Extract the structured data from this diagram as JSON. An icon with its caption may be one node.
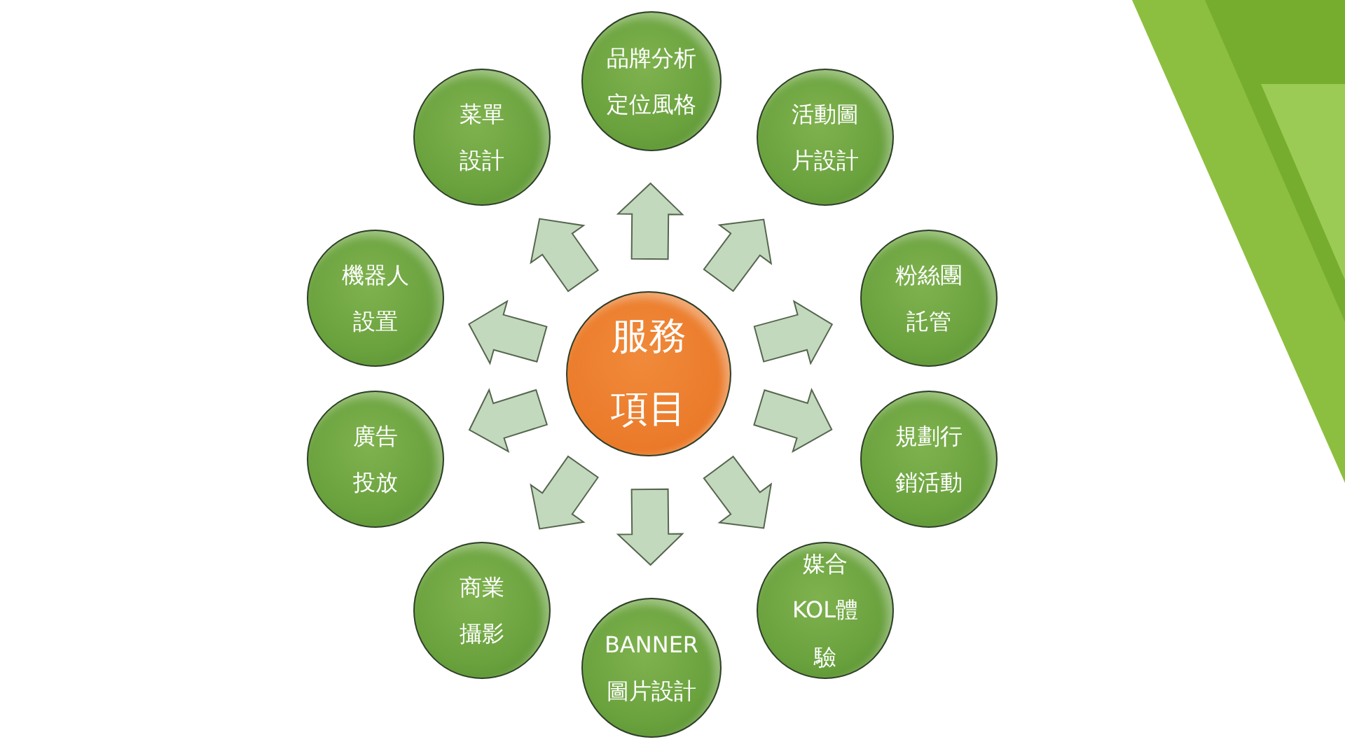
{
  "diagram": {
    "nodes": [
      {
        "text": [
          "服務",
          "項目"
        ]
      },
      {
        "text": [
          "品牌分析",
          "定位風格"
        ]
      },
      {
        "text": [
          "活動圖",
          "片設計"
        ]
      },
      {
        "text": [
          "粉絲團",
          "託管"
        ]
      },
      {
        "text": [
          "規劃行",
          "銷活動"
        ]
      },
      {
        "text": [
          "媒合",
          "KOL體",
          "驗"
        ]
      },
      {
        "text": [
          "BANNER",
          "圖片設計"
        ]
      },
      {
        "text": [
          "商業",
          "攝影"
        ]
      },
      {
        "text": [
          "廣告",
          "投放"
        ]
      },
      {
        "text": [
          "機器人",
          "設置"
        ]
      },
      {
        "text": [
          "菜單",
          "設計"
        ]
      }
    ],
    "edges": [
      {
        "from": 0,
        "to": 1,
        "arrow": "to"
      },
      {
        "from": 0,
        "to": 2,
        "arrow": "to"
      },
      {
        "from": 0,
        "to": 3,
        "arrow": "to"
      },
      {
        "from": 0,
        "to": 4,
        "arrow": "to"
      },
      {
        "from": 0,
        "to": 5,
        "arrow": "to"
      },
      {
        "from": 0,
        "to": 6,
        "arrow": "to"
      },
      {
        "from": 0,
        "to": 7,
        "arrow": "to"
      },
      {
        "from": 0,
        "to": 8,
        "arrow": "to"
      },
      {
        "from": 0,
        "to": 9,
        "arrow": "to"
      },
      {
        "from": 0,
        "to": 10,
        "arrow": "to"
      }
    ]
  }
}
